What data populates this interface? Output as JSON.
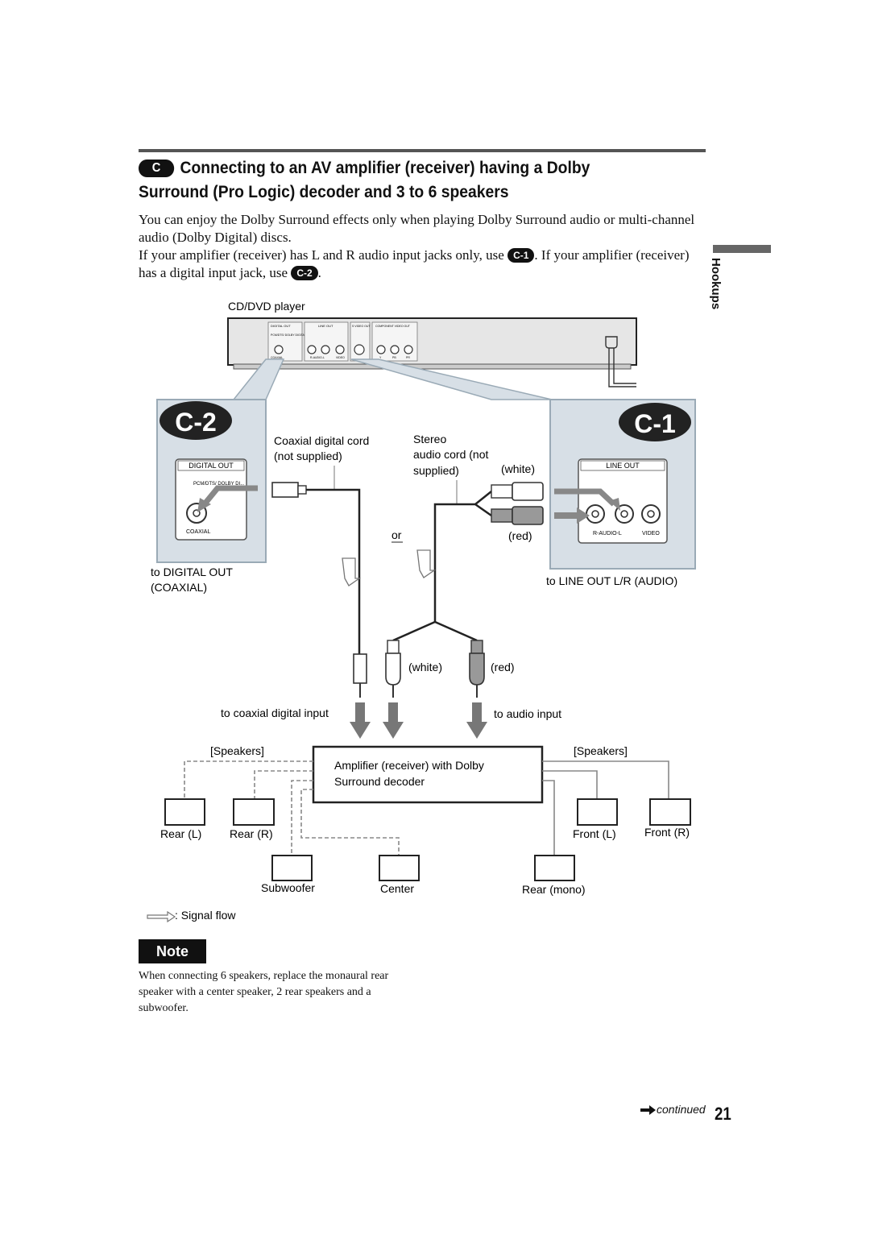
{
  "heading": {
    "badge": "C",
    "title": "Connecting to an AV amplifier (receiver) having a Dolby Surround (Pro Logic) decoder and 3 to 6 speakers"
  },
  "intro": {
    "line1": "You can enjoy the Dolby Surround effects only when playing Dolby Surround audio or multi-channel audio (Dolby Digital) discs.",
    "line2_a": "If your amplifier (receiver) has L and R audio input jacks only, use",
    "ref_c1": "C-1",
    "line2_b": ". If your amplifier (receiver) has a digital input jack, use",
    "ref_c2": "C-2",
    "line2_c": "."
  },
  "side_tab": {
    "label": "Hookups"
  },
  "diagram": {
    "player_label": "CD/DVD player",
    "player_panel": {
      "digital_out": "DIGITAL OUT",
      "line_out": "LINE OUT",
      "s_video": "S VIDEO OUT",
      "component": "COMPONENT VIDEO OUT",
      "pcm": "PCM/DTS/ DOLBY DIGITAL",
      "coaxial": "COAXIAL",
      "raudio": "R-AUDIO-L",
      "video": "VIDEO",
      "y": "Y",
      "pb": "PB",
      "pr": "PR"
    },
    "c2": {
      "badge": "C-2",
      "panel_title": "DIGITAL OUT",
      "panel_sub": "PCM/DTS/ DOLBY DI...",
      "panel_jack": "COAXIAL",
      "cord_label_1": "Coaxial digital cord",
      "cord_label_2": "(not supplied)",
      "to_label_1": "to DIGITAL OUT",
      "to_label_2": "(COAXIAL)"
    },
    "c1": {
      "badge": "C-1",
      "panel_title": "LINE OUT",
      "panel_raudio": "R-AUDIO-L",
      "panel_video": "VIDEO",
      "cord_label_1": "Stereo",
      "cord_label_2": "audio cord (not",
      "cord_label_3": "supplied)",
      "white": "(white)",
      "red": "(red)",
      "to_label": "to LINE OUT L/R (AUDIO)"
    },
    "or": "or",
    "plug_white": "(white)",
    "plug_red": "(red)",
    "to_coaxial_input": "to coaxial digital input",
    "to_audio_input": "to audio input",
    "speakers_left": "[Speakers]",
    "speakers_right": "[Speakers]",
    "amp_line1": "Amplifier (receiver) with Dolby",
    "amp_line2": "Surround decoder",
    "rear_l": "Rear (L)",
    "rear_r": "Rear (R)",
    "front_l": "Front (L)",
    "front_r": "Front (R)",
    "subwoofer": "Subwoofer",
    "center": "Center",
    "rear_mono": "Rear (mono)",
    "signal_flow": ": Signal flow"
  },
  "note": {
    "title": "Note",
    "text": "When connecting 6 speakers, replace the monaural rear speaker with a center speaker, 2 rear speakers and a subwoofer."
  },
  "footer": {
    "continued": "continued",
    "page": "21"
  }
}
